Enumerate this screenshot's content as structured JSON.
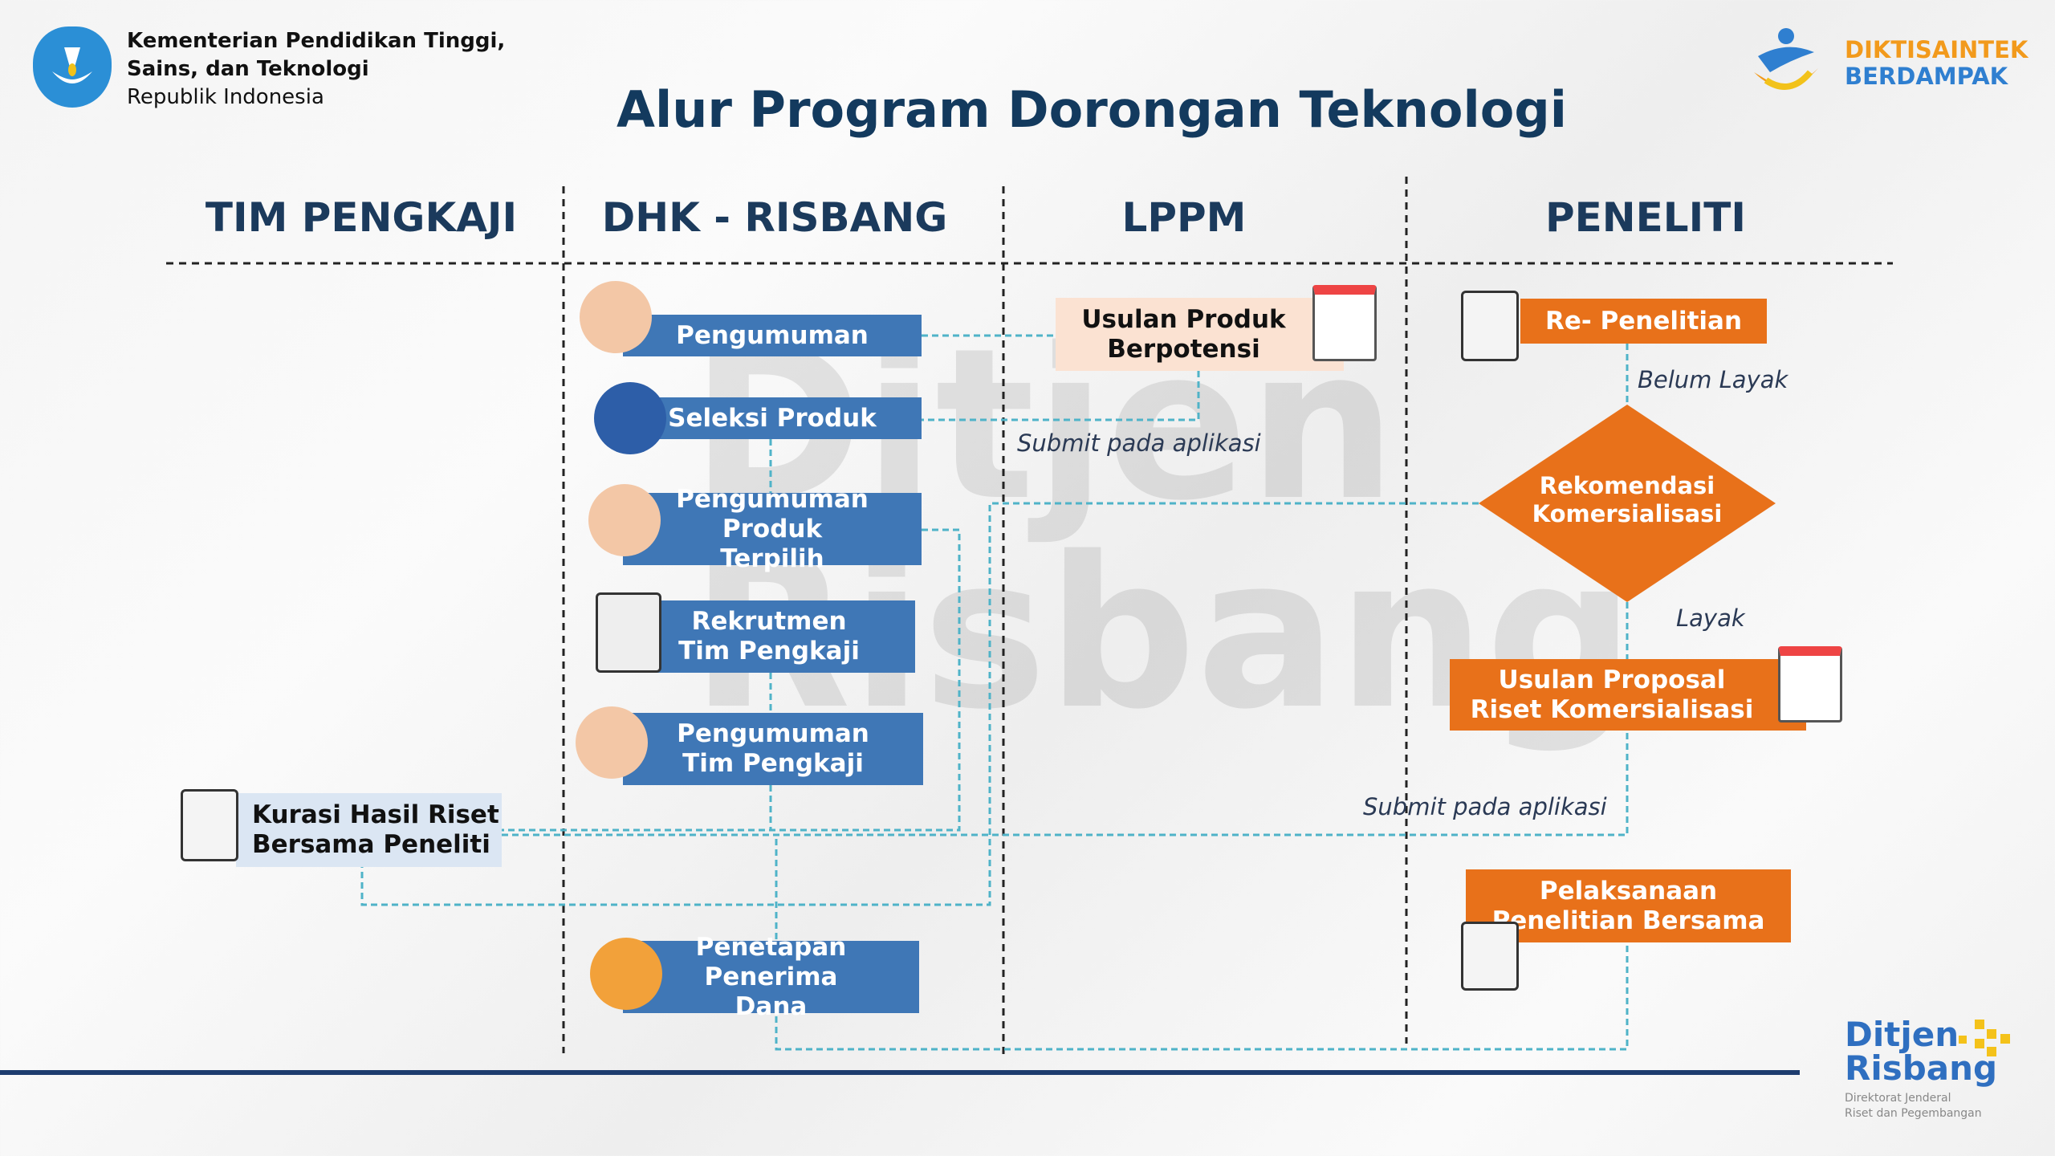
{
  "header": {
    "ministry_line1": "Kementerian Pendidikan Tinggi,",
    "ministry_line2": "Sains, dan Teknologi",
    "ministry_line3": "Republik Indonesia",
    "brand_top": "DIKTISAINTEK",
    "brand_bottom": "BERDAMPAK"
  },
  "title": "Alur Program Dorongan Teknologi",
  "columns": [
    "TIM PENGKAJI",
    "DHK - RISBANG",
    "LPPM",
    "PENELITI"
  ],
  "watermark": "Ditjen\nRisbang",
  "steps": {
    "pengumuman": "Pengumuman",
    "seleksi_produk": "Seleksi Produk",
    "pengumuman_produk_terpilih": "Pengumuman Produk Terpilih",
    "rekrutmen_tim_pengkaji": "Rekrutmen Tim Pengkaji",
    "pengumuman_tim_pengkaji": "Pengumuman Tim Pengkaji",
    "penetapan_penerima_dana": "Penetapan Penerima Dana",
    "kurasi": "Kurasi Hasil Riset Bersama Peneliti",
    "usulan_produk": "Usulan Produk Berpotensi",
    "re_penelitian": "Re- Penelitian",
    "rekomendasi": "Rekomendasi Komersialisasi",
    "usulan_proposal": "Usulan Proposal Riset Komersialisasi",
    "pelaksanaan": "Pelaksanaan Penelitian Bersama"
  },
  "labels": {
    "belum_layak": "Belum Layak",
    "layak": "Layak",
    "submit1": "Submit pada aplikasi",
    "submit2": "Submit pada aplikasi"
  },
  "footer_logo": {
    "line1": "Ditjen",
    "line2": "Risbang",
    "sub1": "Direktorat Jenderal",
    "sub2": "Riset dan Pegembangan"
  },
  "colors": {
    "blue": "#3f77b6",
    "orange": "#e8711a",
    "connector": "#4fb3c8",
    "navy": "#133a5e"
  }
}
